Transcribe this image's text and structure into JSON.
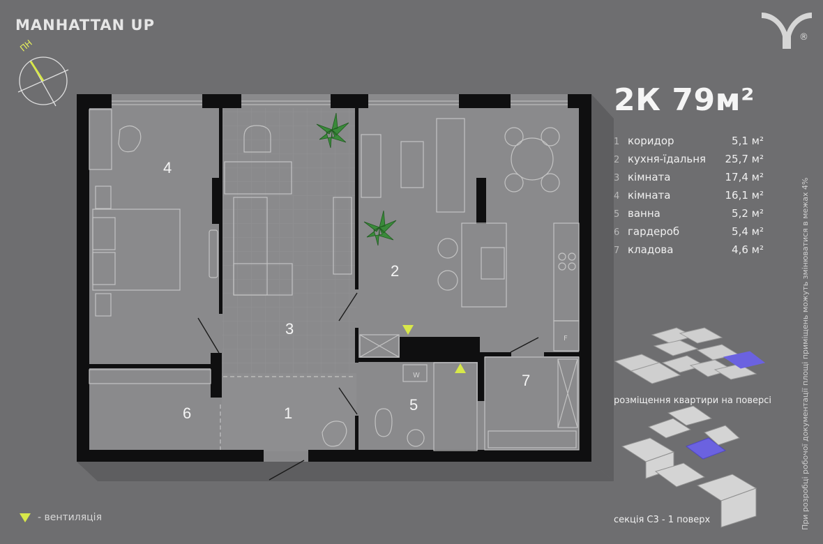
{
  "brand": "MANHATTAN UP",
  "compass_label": "ПН",
  "title": "2К 79м²",
  "rooms": [
    {
      "num": "1",
      "name": "коридор",
      "area": "5,1 м²"
    },
    {
      "num": "2",
      "name": "кухня-їдальня",
      "area": "25,7 м²"
    },
    {
      "num": "3",
      "name": "кімната",
      "area": "17,4 м²"
    },
    {
      "num": "4",
      "name": "кімната",
      "area": "16,1 м²"
    },
    {
      "num": "5",
      "name": "ванна",
      "area": "5,2 м²"
    },
    {
      "num": "6",
      "name": "гардероб",
      "area": "5,4 м²"
    },
    {
      "num": "7",
      "name": "кладова",
      "area": "4,6 м²"
    }
  ],
  "plan_numbers": [
    "1",
    "2",
    "3",
    "4",
    "5",
    "6",
    "7"
  ],
  "floor_placement_label": "розміщення квартири на поверсі",
  "section_label": "секція С3 - 1 поверх",
  "vent_legend": "- вентиляція",
  "vertical_note": "При розробці робочої документації площі приміщень можуть змінюватися в межах 4%",
  "logo_mark": "®",
  "washer_label": "W",
  "fridge_label": "F",
  "colors": {
    "background": "#6e6e70",
    "floor": "#8a8a8c",
    "wall": "#0f0f10",
    "accent": "#d8e84a",
    "highlight": "#6b62e0"
  }
}
